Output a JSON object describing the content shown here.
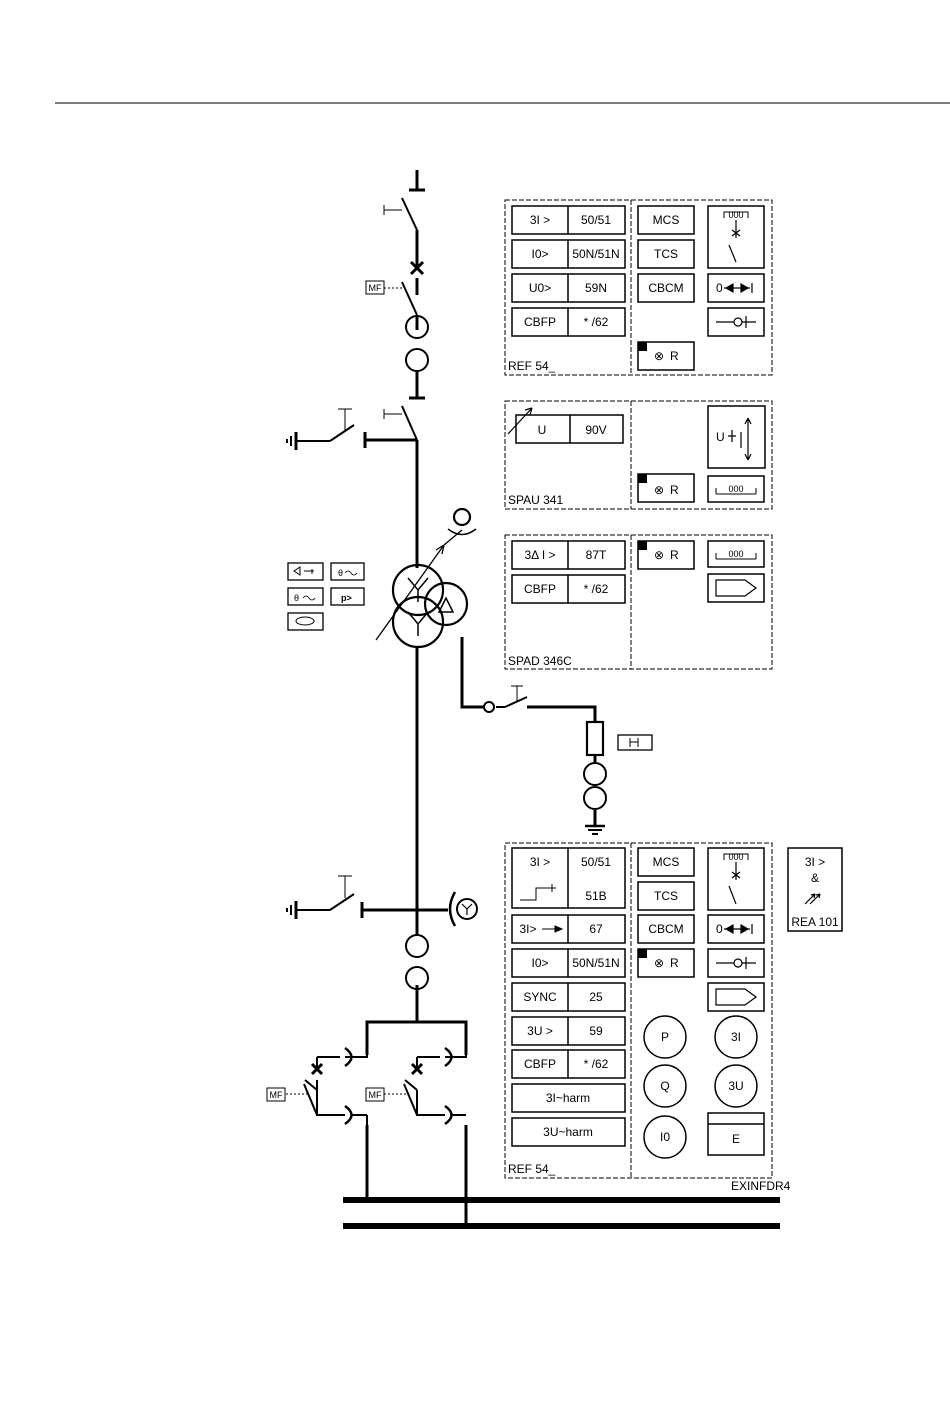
{
  "figure_code": "EXINFDR4",
  "sections": {
    "ref54_top": {
      "label": "REF 54_",
      "functions": [
        {
          "name": "3I >",
          "code": "50/51"
        },
        {
          "name": "I0>",
          "code": "50N/51N"
        },
        {
          "name": "U0>",
          "code": "59N"
        },
        {
          "name": "CBFP",
          "code": "* /62"
        }
      ],
      "monitoring": [
        "MCS",
        "TCS",
        "CBCM"
      ],
      "reset": "R",
      "counter": "000",
      "position": "0"
    },
    "spau341": {
      "label": "SPAU 341",
      "functions": [
        {
          "name": "U",
          "code": "90V"
        }
      ],
      "reset": "R",
      "counter": "000",
      "tapchanger": "U"
    },
    "spad346c": {
      "label": "SPAD 346C",
      "functions": [
        {
          "name": "3Δ I >",
          "code": "87T"
        },
        {
          "name": "CBFP",
          "code": "* /62"
        }
      ],
      "reset": "R",
      "counter": "000"
    },
    "ref54_bottom": {
      "label": "REF 54_",
      "functions": [
        {
          "name": "3I >",
          "code": "50/51"
        },
        {
          "name": "",
          "code": "51B"
        },
        {
          "name": "3I>",
          "code": "67"
        },
        {
          "name": "I0>",
          "code": "50N/51N"
        },
        {
          "name": "SYNC",
          "code": "25"
        },
        {
          "name": "3U >",
          "code": "59"
        },
        {
          "name": "CBFP",
          "code": "* /62"
        }
      ],
      "harmonics": [
        "3I~harm",
        "3U~harm"
      ],
      "monitoring": [
        "MCS",
        "TCS",
        "CBCM"
      ],
      "reset": "R",
      "counter": "000",
      "position": "0",
      "measurements": [
        "P",
        "3I",
        "Q",
        "3U",
        "I0",
        "E"
      ]
    },
    "rea101": {
      "lines": [
        "3I >",
        "&"
      ],
      "label": "REA 101"
    }
  },
  "mf_label": "MF",
  "transformer_protections": [
    "θ",
    "θ",
    "p>"
  ]
}
